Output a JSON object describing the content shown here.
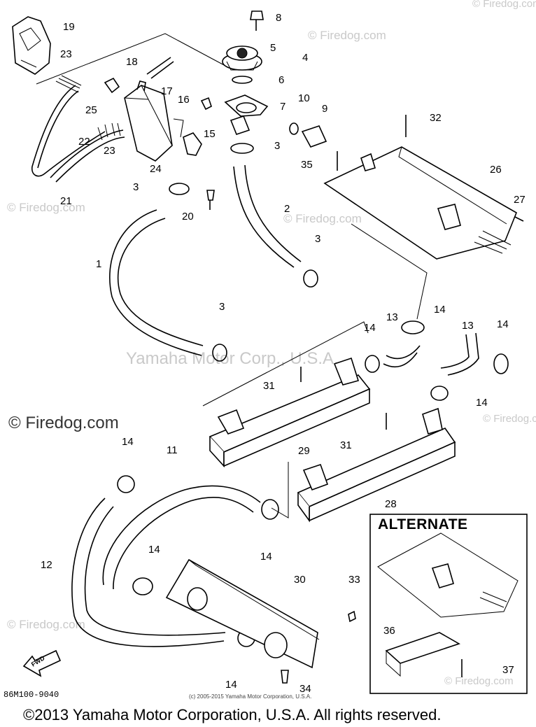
{
  "watermarks": {
    "repeated": "© Firedog.com",
    "center": "Yamaha Motor Corp., U.S.A."
  },
  "callouts": [
    "1",
    "2",
    "3",
    "4",
    "5",
    "6",
    "7",
    "8",
    "9",
    "10",
    "11",
    "12",
    "13",
    "14",
    "15",
    "16",
    "17",
    "18",
    "19",
    "20",
    "21",
    "22",
    "23",
    "24",
    "25",
    "26",
    "27",
    "28",
    "29",
    "30",
    "31",
    "32",
    "33",
    "34",
    "35",
    "36",
    "37"
  ],
  "alternate_title": "ALTERNATE",
  "diagram_code": "86M100-9040",
  "small_copyright": "(c) 2005-2015 Yamaha Motor Corporation, U.S.A.",
  "forward_label": "FWD",
  "copyright": "©2013 Yamaha Motor Corporation, U.S.A. All rights reserved."
}
